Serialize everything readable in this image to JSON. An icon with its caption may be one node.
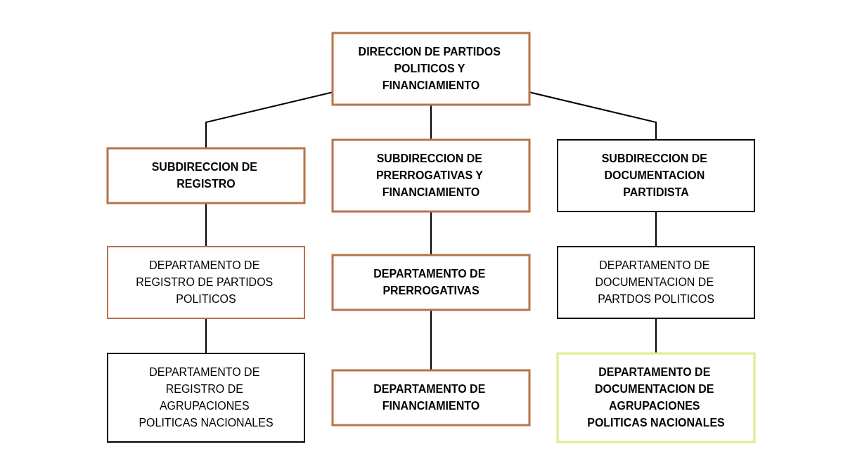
{
  "diagram": {
    "nodes": [
      {
        "text": [
          "DIRECCION DE PARTIDOS POLITICOS Y FINANCIAMIENTO"
        ]
      },
      {
        "text": [
          "SUBDIRECCION DE REGISTRO"
        ]
      },
      {
        "text": [
          "SUBDIRECCION DE PRERROGATIVAS Y FINANCIAMIENTO"
        ]
      },
      {
        "text": [
          "SUBDIRECCION DE DOCUMENTACION PARTIDISTA"
        ]
      },
      {
        "text": [
          "DEPARTAMENTO DE REGISTRO DE PARTIDOS POLITICOS"
        ]
      },
      {
        "text": [
          "DEPARTAMENTO DE REGISTRO DE AGRUPACIONES POLITICAS NACIONALES"
        ]
      },
      {
        "text": [
          "DEPARTAMENTO DE PRERROGATIVAS"
        ]
      },
      {
        "text": [
          "DEPARTAMENTO DE FINANCIAMIENTO"
        ]
      },
      {
        "text": [
          "DEPARTAMENTO DE DOCUMENTACION DE PARTDOS POLITICOS"
        ]
      },
      {
        "text": [
          "DEPARTAMENTO DE DOCUMENTACION DE AGRUPACIONES POLITICAS NACIONALES"
        ]
      }
    ],
    "edges": [
      {
        "from": 0,
        "to": 1,
        "arrow": "none"
      },
      {
        "from": 0,
        "to": 2,
        "arrow": "none"
      },
      {
        "from": 0,
        "to": 3,
        "arrow": "none"
      },
      {
        "from": 1,
        "to": 4,
        "arrow": "none"
      },
      {
        "from": 4,
        "to": 5,
        "arrow": "none"
      },
      {
        "from": 2,
        "to": 6,
        "arrow": "none"
      },
      {
        "from": 6,
        "to": 7,
        "arrow": "none"
      },
      {
        "from": 3,
        "to": 8,
        "arrow": "none"
      },
      {
        "from": 8,
        "to": 9,
        "arrow": "none"
      }
    ]
  }
}
